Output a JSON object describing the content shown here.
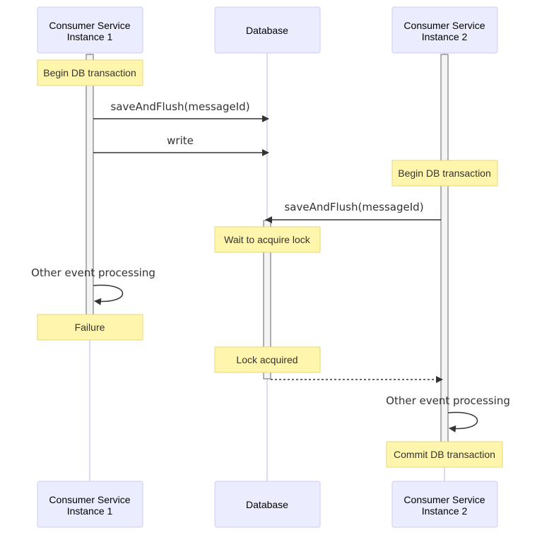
{
  "actors": [
    {
      "id": "c1",
      "line1": "Consumer Service",
      "line2": "Instance 1"
    },
    {
      "id": "db",
      "line1": "Database",
      "line2": ""
    },
    {
      "id": "c2",
      "line1": "Consumer Service",
      "line2": "Instance 2"
    }
  ],
  "notes": {
    "begin_tx_1": "Begin DB transaction",
    "begin_tx_2": "Begin DB transaction",
    "wait_lock": "Wait to acquire lock",
    "failure": "Failure",
    "lock_acquired": "Lock acquired",
    "commit_tx": "Commit DB transaction"
  },
  "messages": {
    "save_flush_1": "saveAndFlush(messageId)",
    "write": "write",
    "save_flush_2": "saveAndFlush(messageId)",
    "other_processing_1": "Other event processing",
    "other_processing_2": "Other event processing"
  },
  "colors": {
    "actor_fill": "#ececff",
    "note_fill": "#fff5ad",
    "lifeline": "#cfcff3"
  }
}
